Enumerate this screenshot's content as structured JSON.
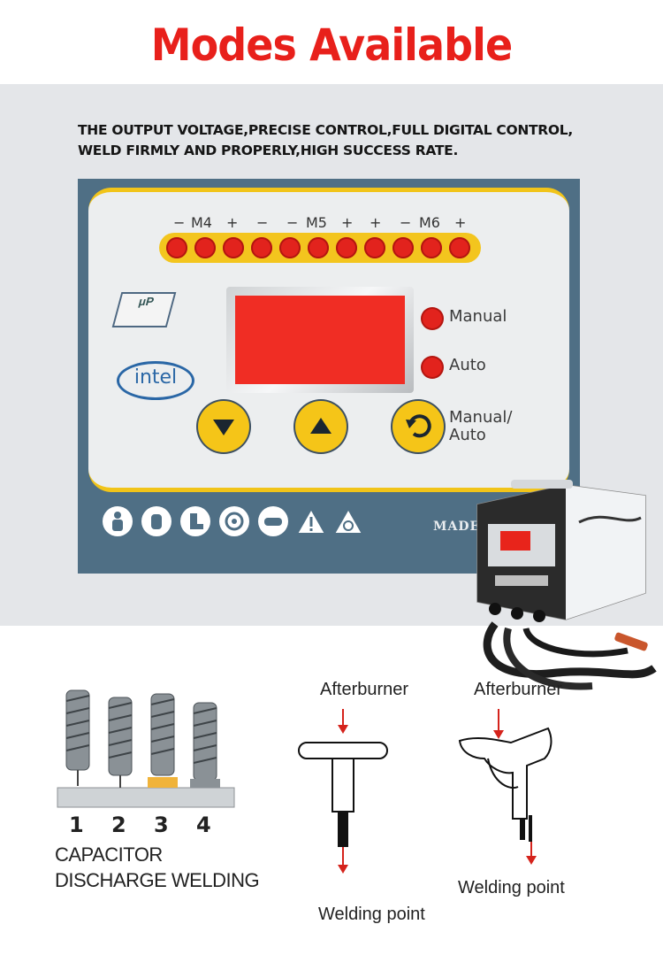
{
  "title": "Modes Available",
  "description": {
    "line1": "THE OUTPUT VOLTAGE,PRECISE CONTROL,FULL DIGITAL CONTROL,",
    "line2": "WELD FIRMLY AND PROPERLY,HIGH SUCCESS RATE."
  },
  "panel": {
    "scale": {
      "m4_minus": "−",
      "m4": "M4",
      "m4_plus": "+",
      "dash1": "−",
      "m5_minus": "−",
      "m5": "M5",
      "m5_plus": "+",
      "plus2": "+",
      "m6_minus": "−",
      "m6": "M6",
      "m6_plus": "+"
    },
    "chip_logo": "μP",
    "intel_logo": "intel",
    "manual_label": "Manual",
    "auto_label": "Auto",
    "manual_auto_label_line1": "Manual/",
    "manual_auto_label_line2": "Auto",
    "made_label": "MADE",
    "colors": {
      "accent_yellow": "#f5c518",
      "led_red": "#e2231d",
      "panel_blue": "#4f6f85"
    }
  },
  "studs": {
    "numbers": [
      "1",
      "2",
      "3",
      "4"
    ],
    "caption_line1": "CAPACITOR",
    "caption_line2": "DISCHARGE WELDING"
  },
  "tool_left": {
    "top_label": "Afterburner",
    "bottom_label": "Welding point"
  },
  "tool_right": {
    "top_label": "Afterburner",
    "bottom_label": "Welding point"
  }
}
